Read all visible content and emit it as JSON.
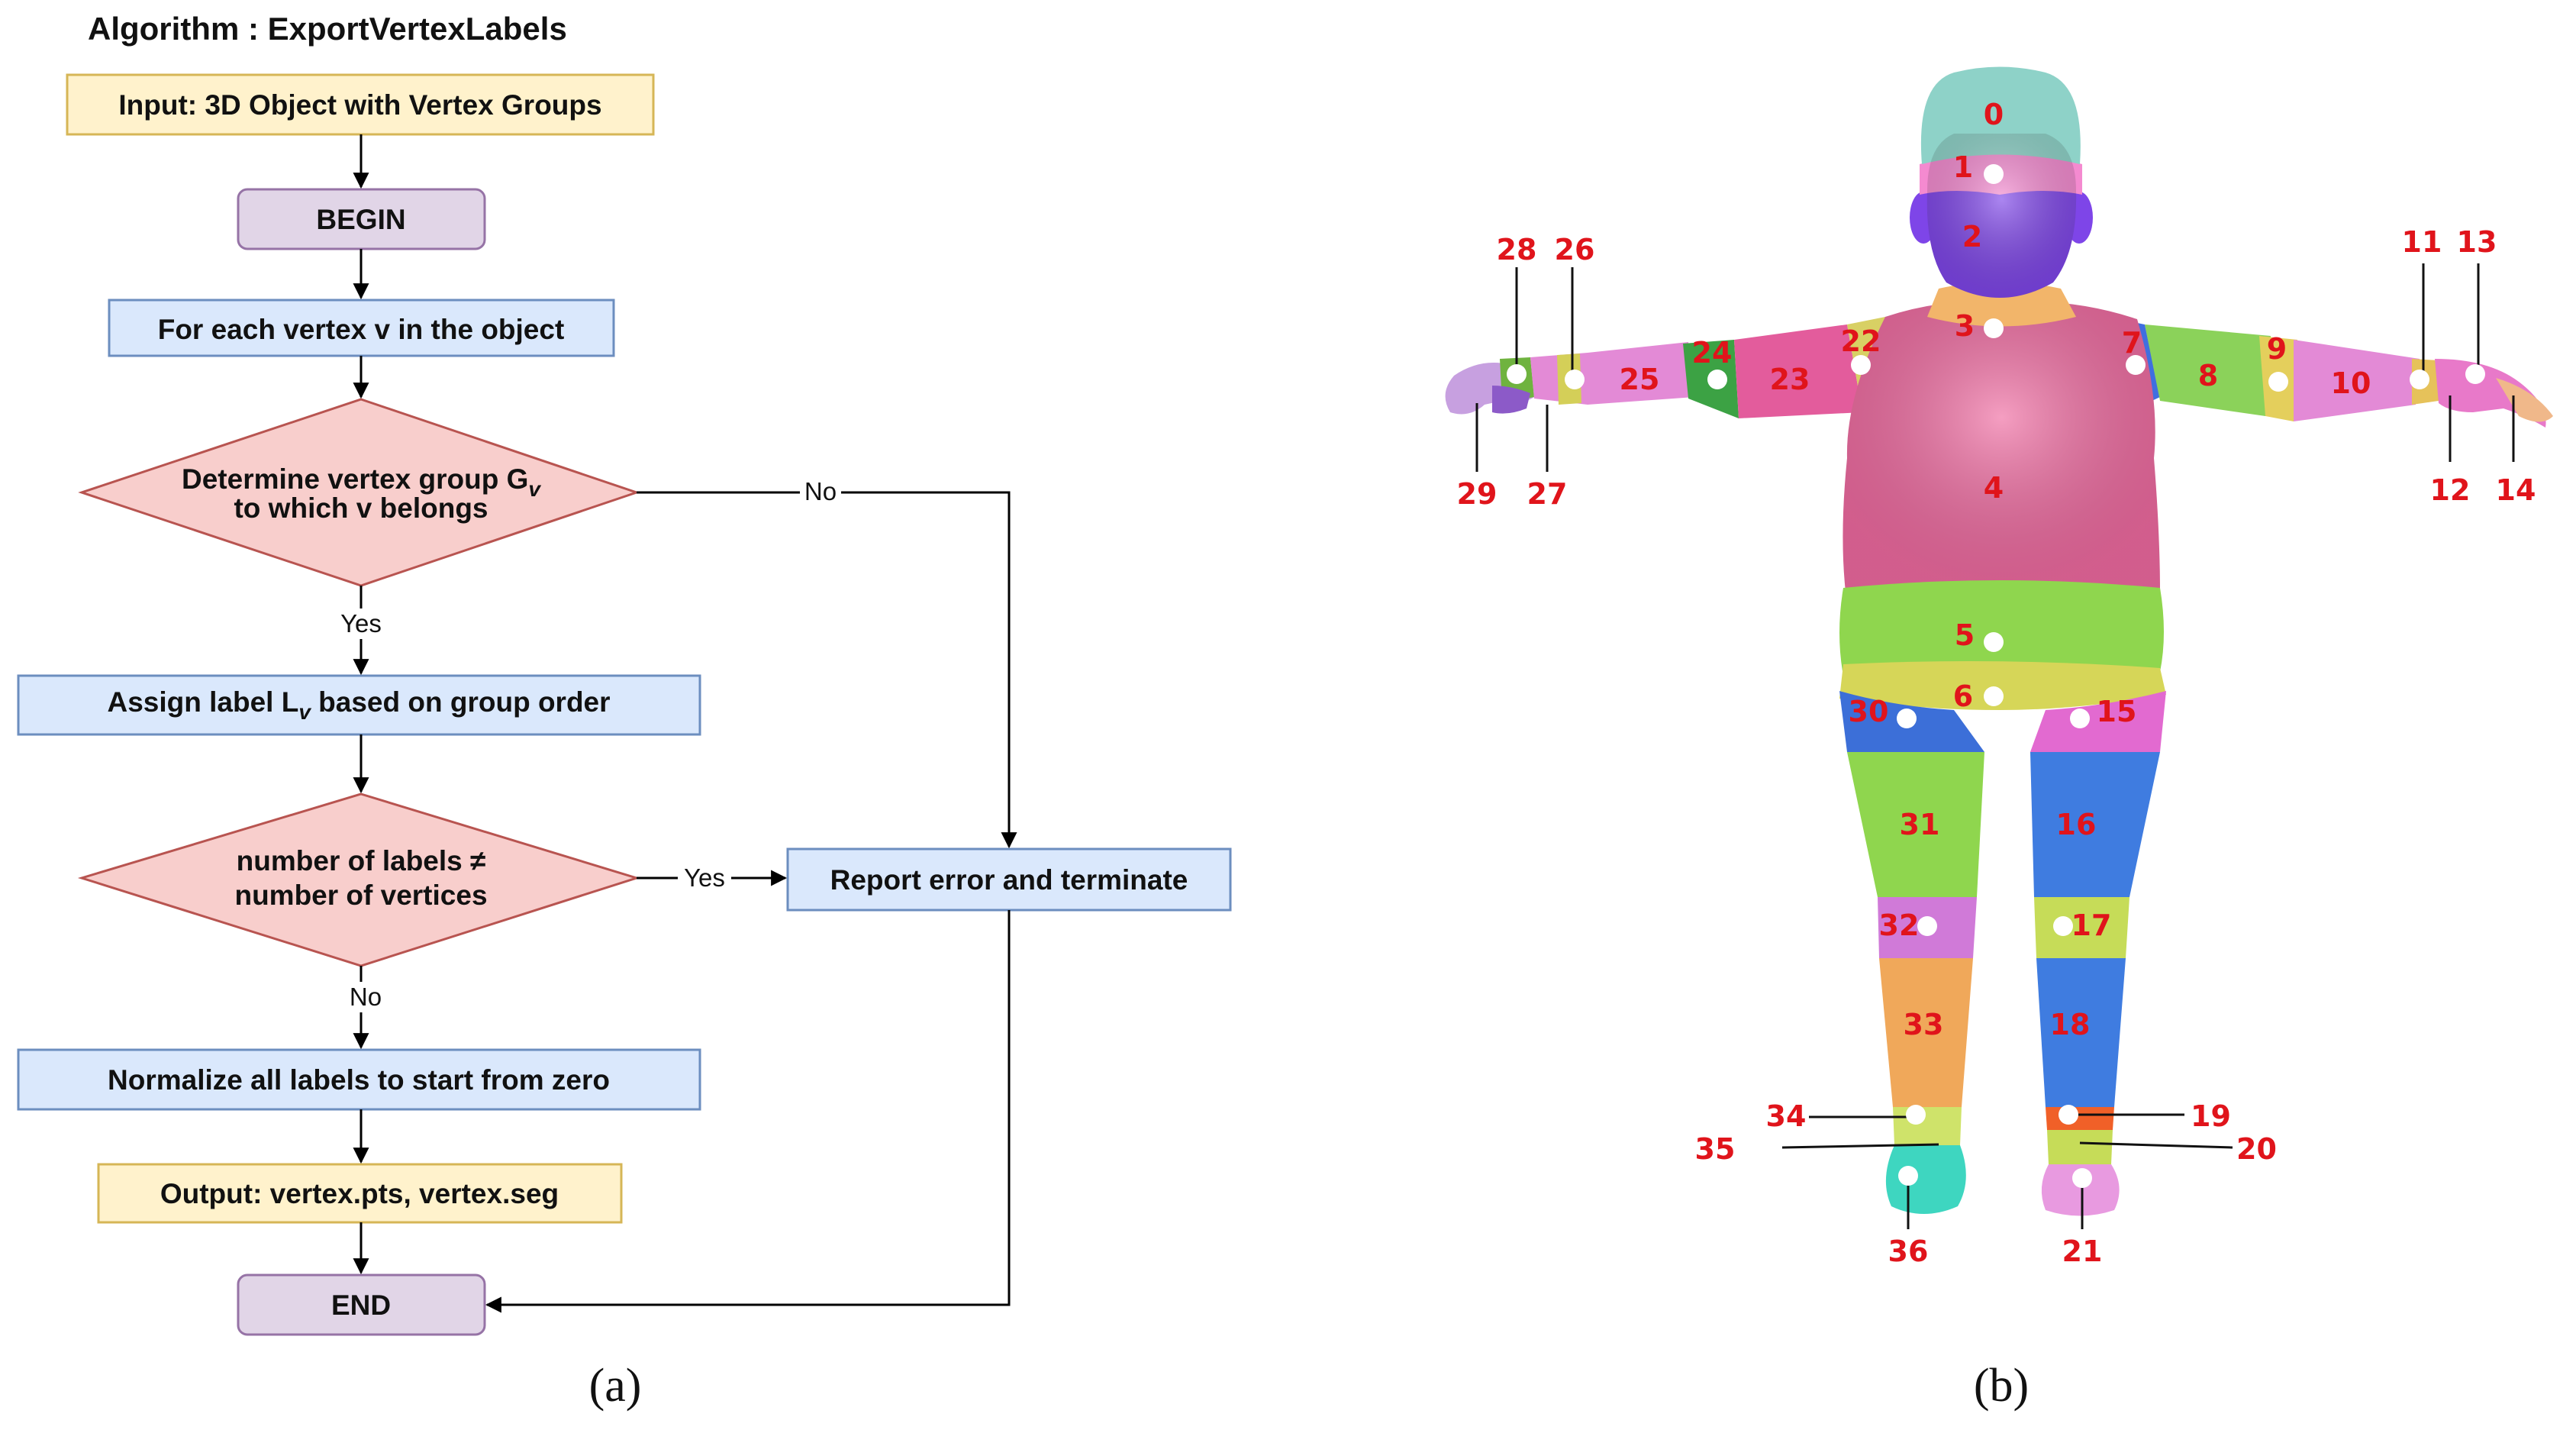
{
  "flowchart": {
    "title": "Algorithm : ExportVertexLabels",
    "input": "Input: 3D Object with Vertex Groups",
    "begin": "BEGIN",
    "loop": "For each vertex v in the object",
    "decision1_line1_pre": "Determine vertex group G",
    "decision1_line1_sub": "v",
    "decision1_line2": "to which v belongs",
    "assign_pre": "Assign label L",
    "assign_sub": "v",
    "assign_post": " based on group order",
    "decision2_line1": "number of labels ≠",
    "decision2_line2": "number of vertices",
    "error": "Report error and terminate",
    "normalize": "Normalize all labels to start from zero",
    "output": "Output: vertex.pts, vertex.seg",
    "end": "END",
    "edge_no_1": "No",
    "edge_yes_1": "Yes",
    "edge_yes_2": "Yes",
    "edge_no_2": "No",
    "caption": "(a)"
  },
  "body_figure": {
    "caption": "(b)",
    "part_labels": [
      "0",
      "1",
      "2",
      "3",
      "4",
      "5",
      "6",
      "7",
      "8",
      "9",
      "10",
      "11",
      "12",
      "13",
      "14",
      "15",
      "16",
      "17",
      "18",
      "19",
      "20",
      "21",
      "22",
      "23",
      "24",
      "25",
      "26",
      "27",
      "28",
      "29",
      "30",
      "31",
      "32",
      "33",
      "34",
      "35",
      "36"
    ]
  },
  "colors": {
    "input_output_fill": "#fff2cc",
    "input_output_stroke": "#d6b656",
    "terminal_fill": "#e1d5e7",
    "terminal_stroke": "#9673a6",
    "process_fill": "#dae8fc",
    "process_stroke": "#6c8ebf",
    "decision_fill": "#f8cecc",
    "decision_stroke": "#b85450",
    "label_red": "#e0141b"
  }
}
